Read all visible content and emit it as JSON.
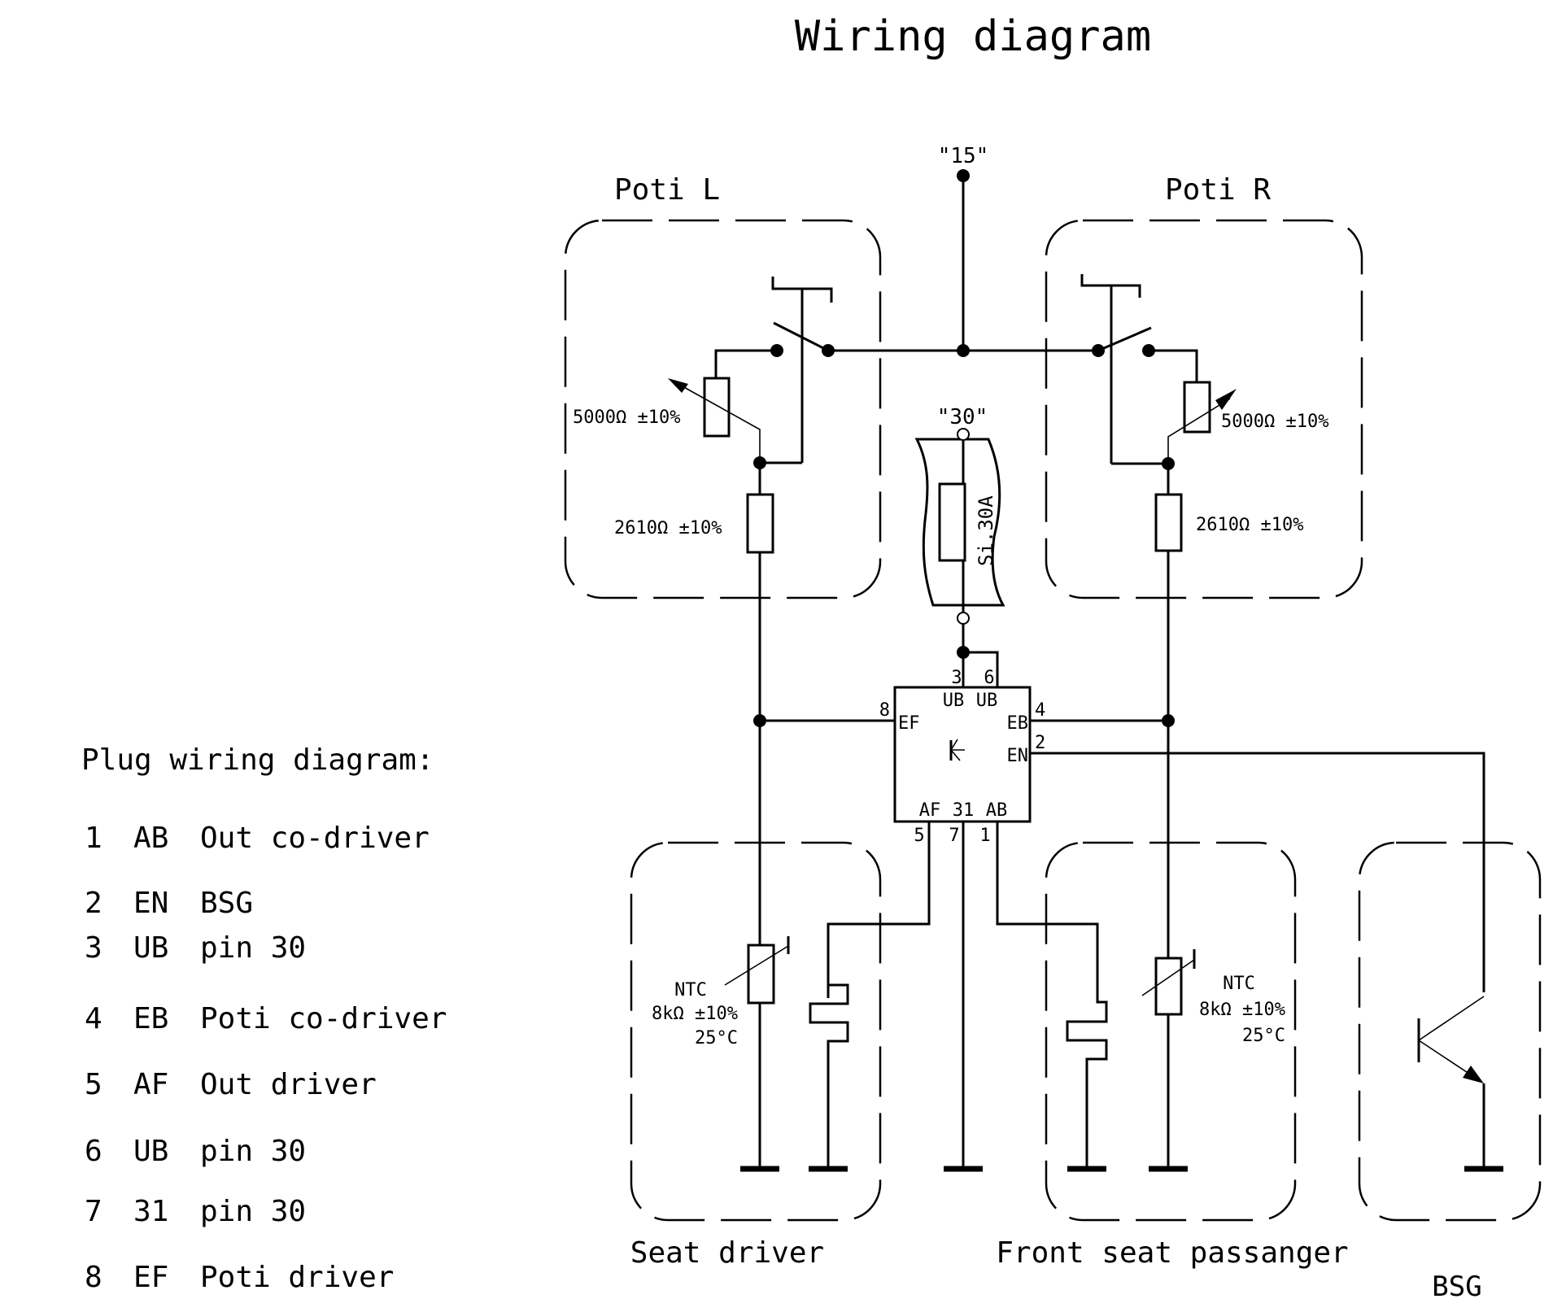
{
  "title": "Wiring diagram",
  "terminals": {
    "t15": "\"15\"",
    "t30": "\"30\""
  },
  "poti_left": {
    "label": "Poti L",
    "pot_value": "5000Ω ±10%",
    "res_value": "2610Ω ±10%"
  },
  "poti_right": {
    "label": "Poti R",
    "pot_value": "5000Ω ±10%",
    "res_value": "2610Ω ±10%"
  },
  "fuse": {
    "label": "Si.30A"
  },
  "module": {
    "pins_top": [
      {
        "num": "3",
        "name": "UB"
      },
      {
        "num": "6",
        "name": "UB"
      }
    ],
    "pin_left": {
      "num": "8",
      "name": "EF"
    },
    "pins_right": [
      {
        "num": "4",
        "name": "EB"
      },
      {
        "num": "2",
        "name": "EN"
      }
    ],
    "pins_bottom": [
      {
        "num": "5",
        "name": "AF"
      },
      {
        "num": "7",
        "name": "31"
      },
      {
        "num": "1",
        "name": "AB"
      }
    ],
    "symbol_icon": "transistor-icon"
  },
  "seat_driver": {
    "label": "Seat driver",
    "ntc": [
      "NTC",
      "8kΩ ±10%",
      "25°C"
    ]
  },
  "seat_passenger": {
    "label": "Front seat passanger",
    "ntc": [
      "NTC",
      "8kΩ ±10%",
      "25°C"
    ]
  },
  "bsg": {
    "label": "BSG"
  },
  "plug": {
    "heading": "Plug wiring diagram:",
    "rows": [
      {
        "pin": "1",
        "code": "AB",
        "desc": "Out co-driver"
      },
      {
        "pin": "2",
        "code": "EN",
        "desc": "BSG"
      },
      {
        "pin": "3",
        "code": "UB",
        "desc": "pin 30"
      },
      {
        "pin": "4",
        "code": "EB",
        "desc": "Poti co-driver"
      },
      {
        "pin": "5",
        "code": "AF",
        "desc": "Out driver"
      },
      {
        "pin": "6",
        "code": "UB",
        "desc": "pin 30"
      },
      {
        "pin": "7",
        "code": "31",
        "desc": "pin 30"
      },
      {
        "pin": "8",
        "code": "EF",
        "desc": "Poti driver"
      }
    ]
  }
}
